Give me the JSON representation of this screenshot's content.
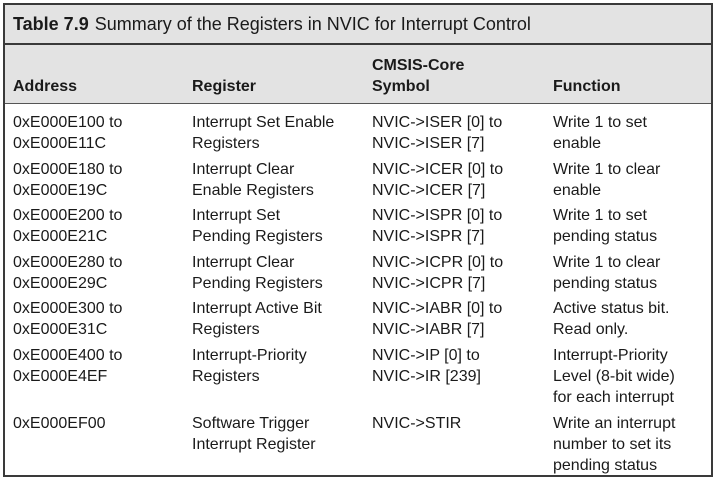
{
  "caption": {
    "number": "Table 7.9",
    "title": "Summary of the Registers in NVIC for Interrupt Control"
  },
  "headers": {
    "address": "Address",
    "register": "Register",
    "symbol_line1": "CMSIS-Core",
    "symbol_line2": "Symbol",
    "function": "Function"
  },
  "rows": [
    {
      "address": [
        "0xE000E100 to",
        "0xE000E11C"
      ],
      "register": [
        "Interrupt Set Enable",
        "Registers"
      ],
      "symbol": [
        "NVIC->ISER [0] to",
        "NVIC->ISER [7]"
      ],
      "function": [
        "Write 1 to set",
        "enable"
      ]
    },
    {
      "address": [
        "0xE000E180 to",
        "0xE000E19C"
      ],
      "register": [
        "Interrupt Clear",
        "Enable Registers"
      ],
      "symbol": [
        "NVIC->ICER [0] to",
        "NVIC->ICER [7]"
      ],
      "function": [
        "Write 1 to clear",
        "enable"
      ]
    },
    {
      "address": [
        "0xE000E200 to",
        "0xE000E21C"
      ],
      "register": [
        "Interrupt Set",
        "Pending Registers"
      ],
      "symbol": [
        "NVIC->ISPR [0] to",
        "NVIC->ISPR [7]"
      ],
      "function": [
        "Write 1 to set",
        "pending status"
      ]
    },
    {
      "address": [
        "0xE000E280 to",
        "0xE000E29C"
      ],
      "register": [
        "Interrupt Clear",
        "Pending Registers"
      ],
      "symbol": [
        "NVIC->ICPR [0] to",
        "NVIC->ICPR [7]"
      ],
      "function": [
        "Write 1 to clear",
        "pending status"
      ]
    },
    {
      "address": [
        "0xE000E300 to",
        "0xE000E31C"
      ],
      "register": [
        "Interrupt Active Bit",
        "Registers"
      ],
      "symbol": [
        "NVIC->IABR [0] to",
        "NVIC->IABR [7]"
      ],
      "function": [
        "Active status bit.",
        "Read only."
      ]
    },
    {
      "address": [
        "0xE000E400 to",
        "0xE000E4EF"
      ],
      "register": [
        "Interrupt-Priority",
        "Registers"
      ],
      "symbol": [
        "NVIC->IP [0] to",
        "NVIC->IR [239]"
      ],
      "function": [
        "Interrupt-Priority",
        "Level (8-bit wide)",
        "for each interrupt"
      ]
    },
    {
      "address": [
        "0xE000EF00"
      ],
      "register": [
        "Software Trigger",
        "Interrupt Register"
      ],
      "symbol": [
        "NVIC->STIR"
      ],
      "function": [
        "Write an interrupt",
        "number to set its",
        "pending status"
      ]
    }
  ]
}
